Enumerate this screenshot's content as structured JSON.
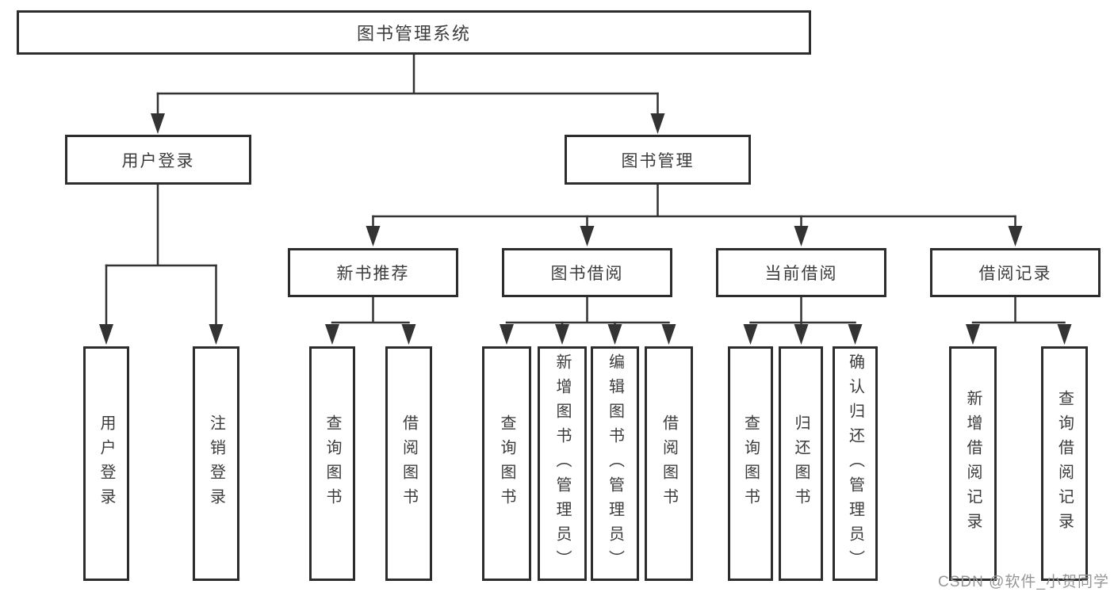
{
  "diagram": {
    "title": "图书管理系统",
    "branches": {
      "user_login": {
        "label": "用户登录",
        "children": [
          {
            "label": "用户登录"
          },
          {
            "label": "注销登录"
          }
        ]
      },
      "book_management": {
        "label": "图书管理",
        "sections": [
          {
            "label": "新书推荐",
            "children": [
              {
                "label": "查询图书"
              },
              {
                "label": "借阅图书"
              }
            ]
          },
          {
            "label": "图书借阅",
            "children": [
              {
                "label": "查询图书"
              },
              {
                "label": "新增图书（管理员）"
              },
              {
                "label": "编辑图书（管理员）"
              },
              {
                "label": "借阅图书"
              }
            ]
          },
          {
            "label": "当前借阅",
            "children": [
              {
                "label": "查询图书"
              },
              {
                "label": "归还图书"
              },
              {
                "label": "确认归还（管理员）"
              }
            ]
          },
          {
            "label": "借阅记录",
            "children": [
              {
                "label": "新增借阅记录"
              },
              {
                "label": "查询借阅记录"
              }
            ]
          }
        ]
      }
    },
    "colors": {
      "line": "#333333",
      "box_border": "#2d2d2d",
      "text": "#3c3c3c"
    }
  },
  "watermark": {
    "text": "CSDN @软件_小贺同学",
    "color": "#969696"
  }
}
